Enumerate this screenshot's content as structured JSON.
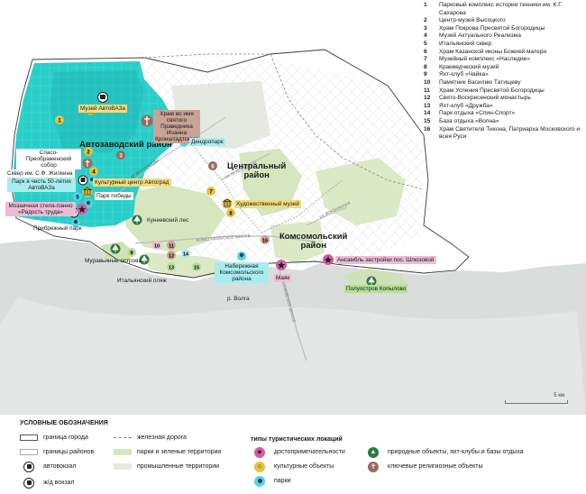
{
  "poi_list": [
    {
      "num": "1",
      "name": "Парковый комплекс истории техники им. К.Г. Сахарова"
    },
    {
      "num": "2",
      "name": "Центр-музей Высоцкого"
    },
    {
      "num": "3",
      "name": "Храм Покрова Пресвятой Богородицы"
    },
    {
      "num": "4",
      "name": "Музей Актуального Реализма"
    },
    {
      "num": "5",
      "name": "Итальянский сквер"
    },
    {
      "num": "6",
      "name": "Храм Казанской иконы Божией матери"
    },
    {
      "num": "7",
      "name": "Музейный комплекс «Наследие»"
    },
    {
      "num": "8",
      "name": "Краеведческий музей"
    },
    {
      "num": "9",
      "name": "Яхт-клуб «Чайка»"
    },
    {
      "num": "10",
      "name": "Памятник Василию Татищеву"
    },
    {
      "num": "11",
      "name": "Храм Успения Пресвятой Богородицы"
    },
    {
      "num": "12",
      "name": "Свято-Воскресенский монастырь"
    },
    {
      "num": "13",
      "name": "Яхт-клуб «Дружба»"
    },
    {
      "num": "14",
      "name": "Парк отдыха «Спин-Спорт»"
    },
    {
      "num": "15",
      "name": "База отдыха «Волна»"
    },
    {
      "num": "16",
      "name": "Храм Святителя Тихона, Патриарха Московского и всея Руси"
    }
  ],
  "districts": {
    "avtozavodsky": "Автозаводский район",
    "centralny_1": "Центральный",
    "centralny_2": "район",
    "komsomolsky_1": "Комсомольский",
    "komsomolsky_2": "район"
  },
  "labels": {
    "museum_avtovaz": "Музей АвтоВАЗа",
    "temple_ioann_1": "Храм во имя святого",
    "temple_ioann_2": "Праведника Иоанна",
    "temple_ioann_3": "Кронштадтского",
    "dendropark": "Дендропарк",
    "spaso_1": "Спасо-Преображенский",
    "spaso_2": "собор",
    "zhilkin": "Сквер им. С.Ф. Жилкина",
    "park_50_1": "Парк в честь 50-летия",
    "park_50_2": "АвтоВАЗа",
    "culture_center": "Культурный центр Автоград",
    "victory_park": "Парк победы",
    "stela_1": "Мозаичная стела-панно",
    "stela_2": "«Радость труда»",
    "kuneevsky": "Кунеевский лес",
    "art_museum": "Художественный музей",
    "primorsky": "Прибрежный парк",
    "muravinye": "Муравьиные острова",
    "italian_beach": "Итальянский пляж",
    "naberezhnaya_1": "Набережная",
    "naberezhnaya_2": "Комсомольского",
    "naberezhnaya_3": "района",
    "mayak": "Маяк",
    "ansambl": "Ансамбль застройки пос. Шлюзовой",
    "kopylovo": "Полуостров Копылово",
    "river_volga": "р. Волга"
  },
  "roads": {
    "komsomolskoe": "КОМСОМОЛЬСКОЕ ШОССЕ",
    "moskovskoe": "МОСКОВСКОЕ ШОССЕ",
    "vokzalnaya": "ул. ВОКЗАЛЬНАЯ",
    "let_pobedy": "ул. 40 ЛЕТ ПОБЕДЫ",
    "let_vlksm": "ул. 50 ЛЕТ ВЛКСМ"
  },
  "scale": "5 км",
  "legend": {
    "conventional_title": "условные обозначения",
    "city_border": "граница города",
    "district_borders": "границы районов",
    "bus_station": "автовокзал",
    "rail_station": "ж/д вокзал",
    "railway": "железная дорога",
    "parks_green": "парки и зеленые территории",
    "industrial": "промышленные территории",
    "types_title": "типы туристических локаций",
    "sights": "достопримечательности",
    "cultural": "культурные объекты",
    "parks": "парки",
    "natural": "природные объекты, яхт-клубы и базы отдыха",
    "religious": "ключевые религиозные объекты"
  },
  "colors": {
    "avtozavodsky_fill": "#29cdc8",
    "sights": "#d55ca6",
    "cultural": "#e6c23f",
    "parks_marker": "#57d3e3",
    "natural": "#2e7a3d",
    "religious": "#9c6a5d",
    "water": "#d9dedd",
    "green": "#d6e6bf"
  }
}
